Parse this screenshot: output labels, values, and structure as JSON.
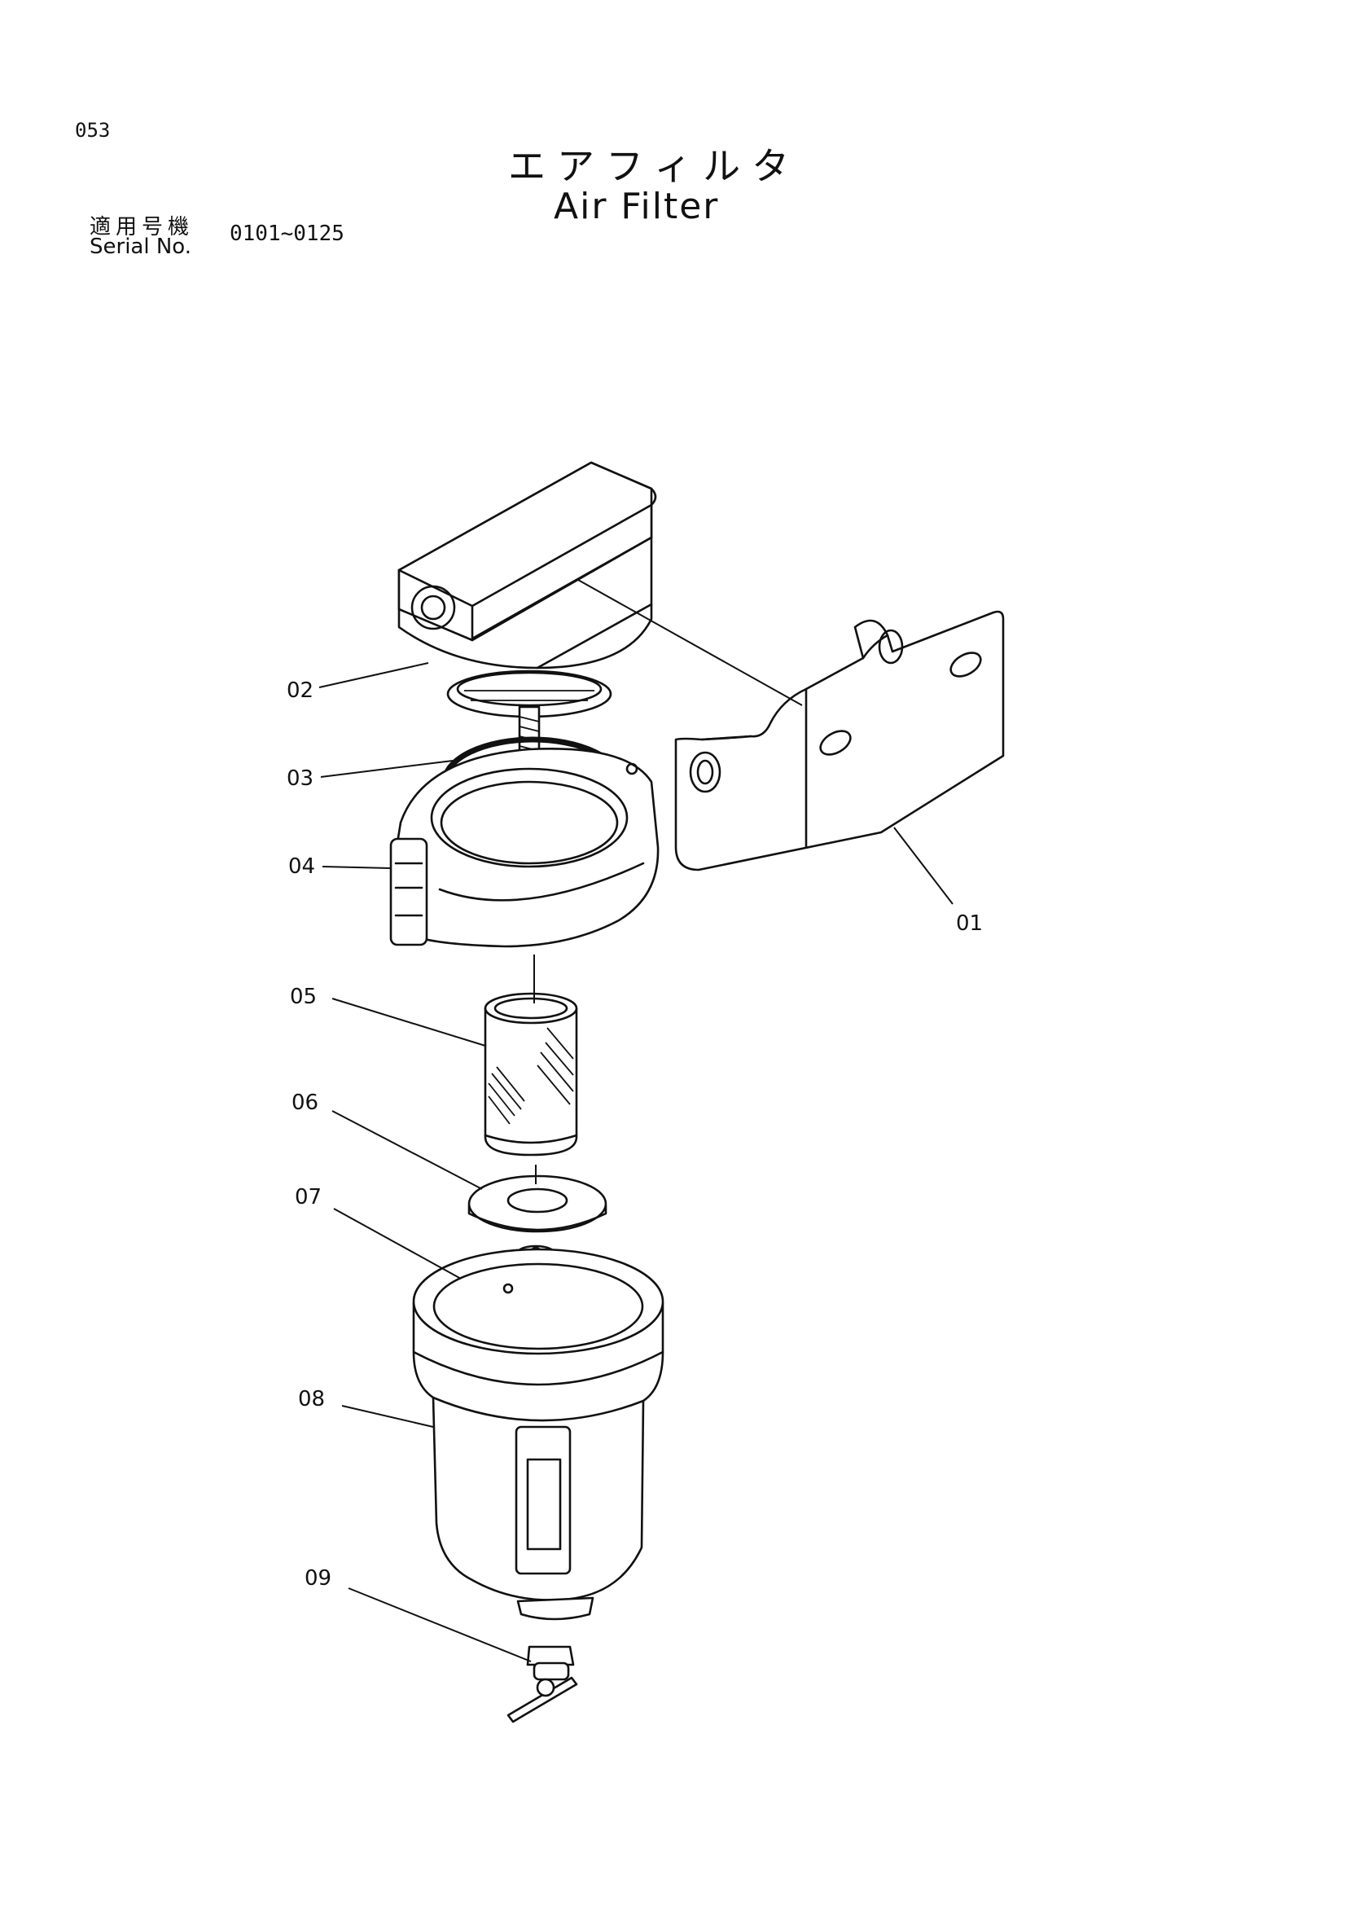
{
  "header": {
    "page_number": "053",
    "title_jp": "エアフィルタ",
    "title_en": "Air Filter",
    "serial_label_jp": "適用号機",
    "serial_label_en": "Serial No.",
    "serial_range": "0101~0125"
  },
  "parts": [
    {
      "id": "01",
      "label": "01"
    },
    {
      "id": "02",
      "label": "02"
    },
    {
      "id": "03",
      "label": "03"
    },
    {
      "id": "04",
      "label": "04"
    },
    {
      "id": "05",
      "label": "05"
    },
    {
      "id": "06",
      "label": "06"
    },
    {
      "id": "07",
      "label": "07"
    },
    {
      "id": "08",
      "label": "08"
    },
    {
      "id": "09",
      "label": "09"
    }
  ]
}
